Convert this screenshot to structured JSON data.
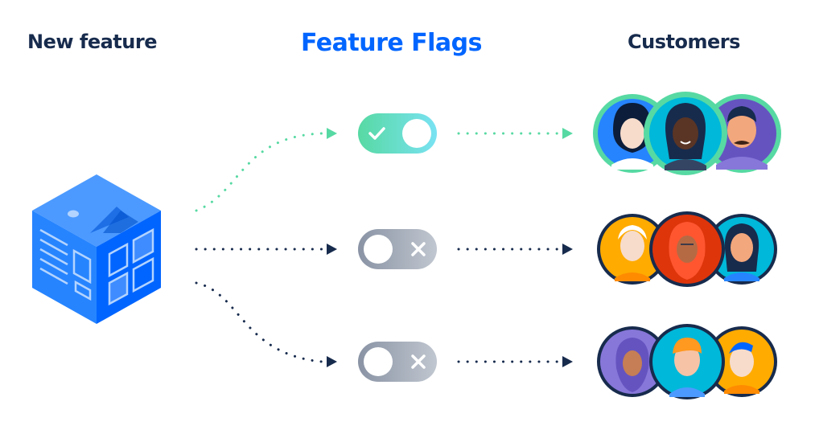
{
  "headings": {
    "left": "New feature",
    "middle": "Feature Flags",
    "right": "Customers"
  },
  "icons": {
    "feature": "feature-cube-icon",
    "toggle_on": "check-icon",
    "toggle_off": "close-icon"
  },
  "colors": {
    "title_dark": "#172B4D",
    "title_blue": "#0065FF",
    "toggle_on": "#57D9A3",
    "toggle_off": "#A5ADBA",
    "dots_green": "#57D9A3",
    "dots_dark": "#172B4D",
    "cube_blue": "#2684FF"
  },
  "rows": [
    {
      "flag": "on",
      "customers": [
        "customer-a",
        "customer-b",
        "customer-c"
      ]
    },
    {
      "flag": "off",
      "customers": [
        "customer-d",
        "customer-e",
        "customer-f"
      ]
    },
    {
      "flag": "off",
      "customers": [
        "customer-g",
        "customer-h",
        "customer-i"
      ]
    }
  ]
}
